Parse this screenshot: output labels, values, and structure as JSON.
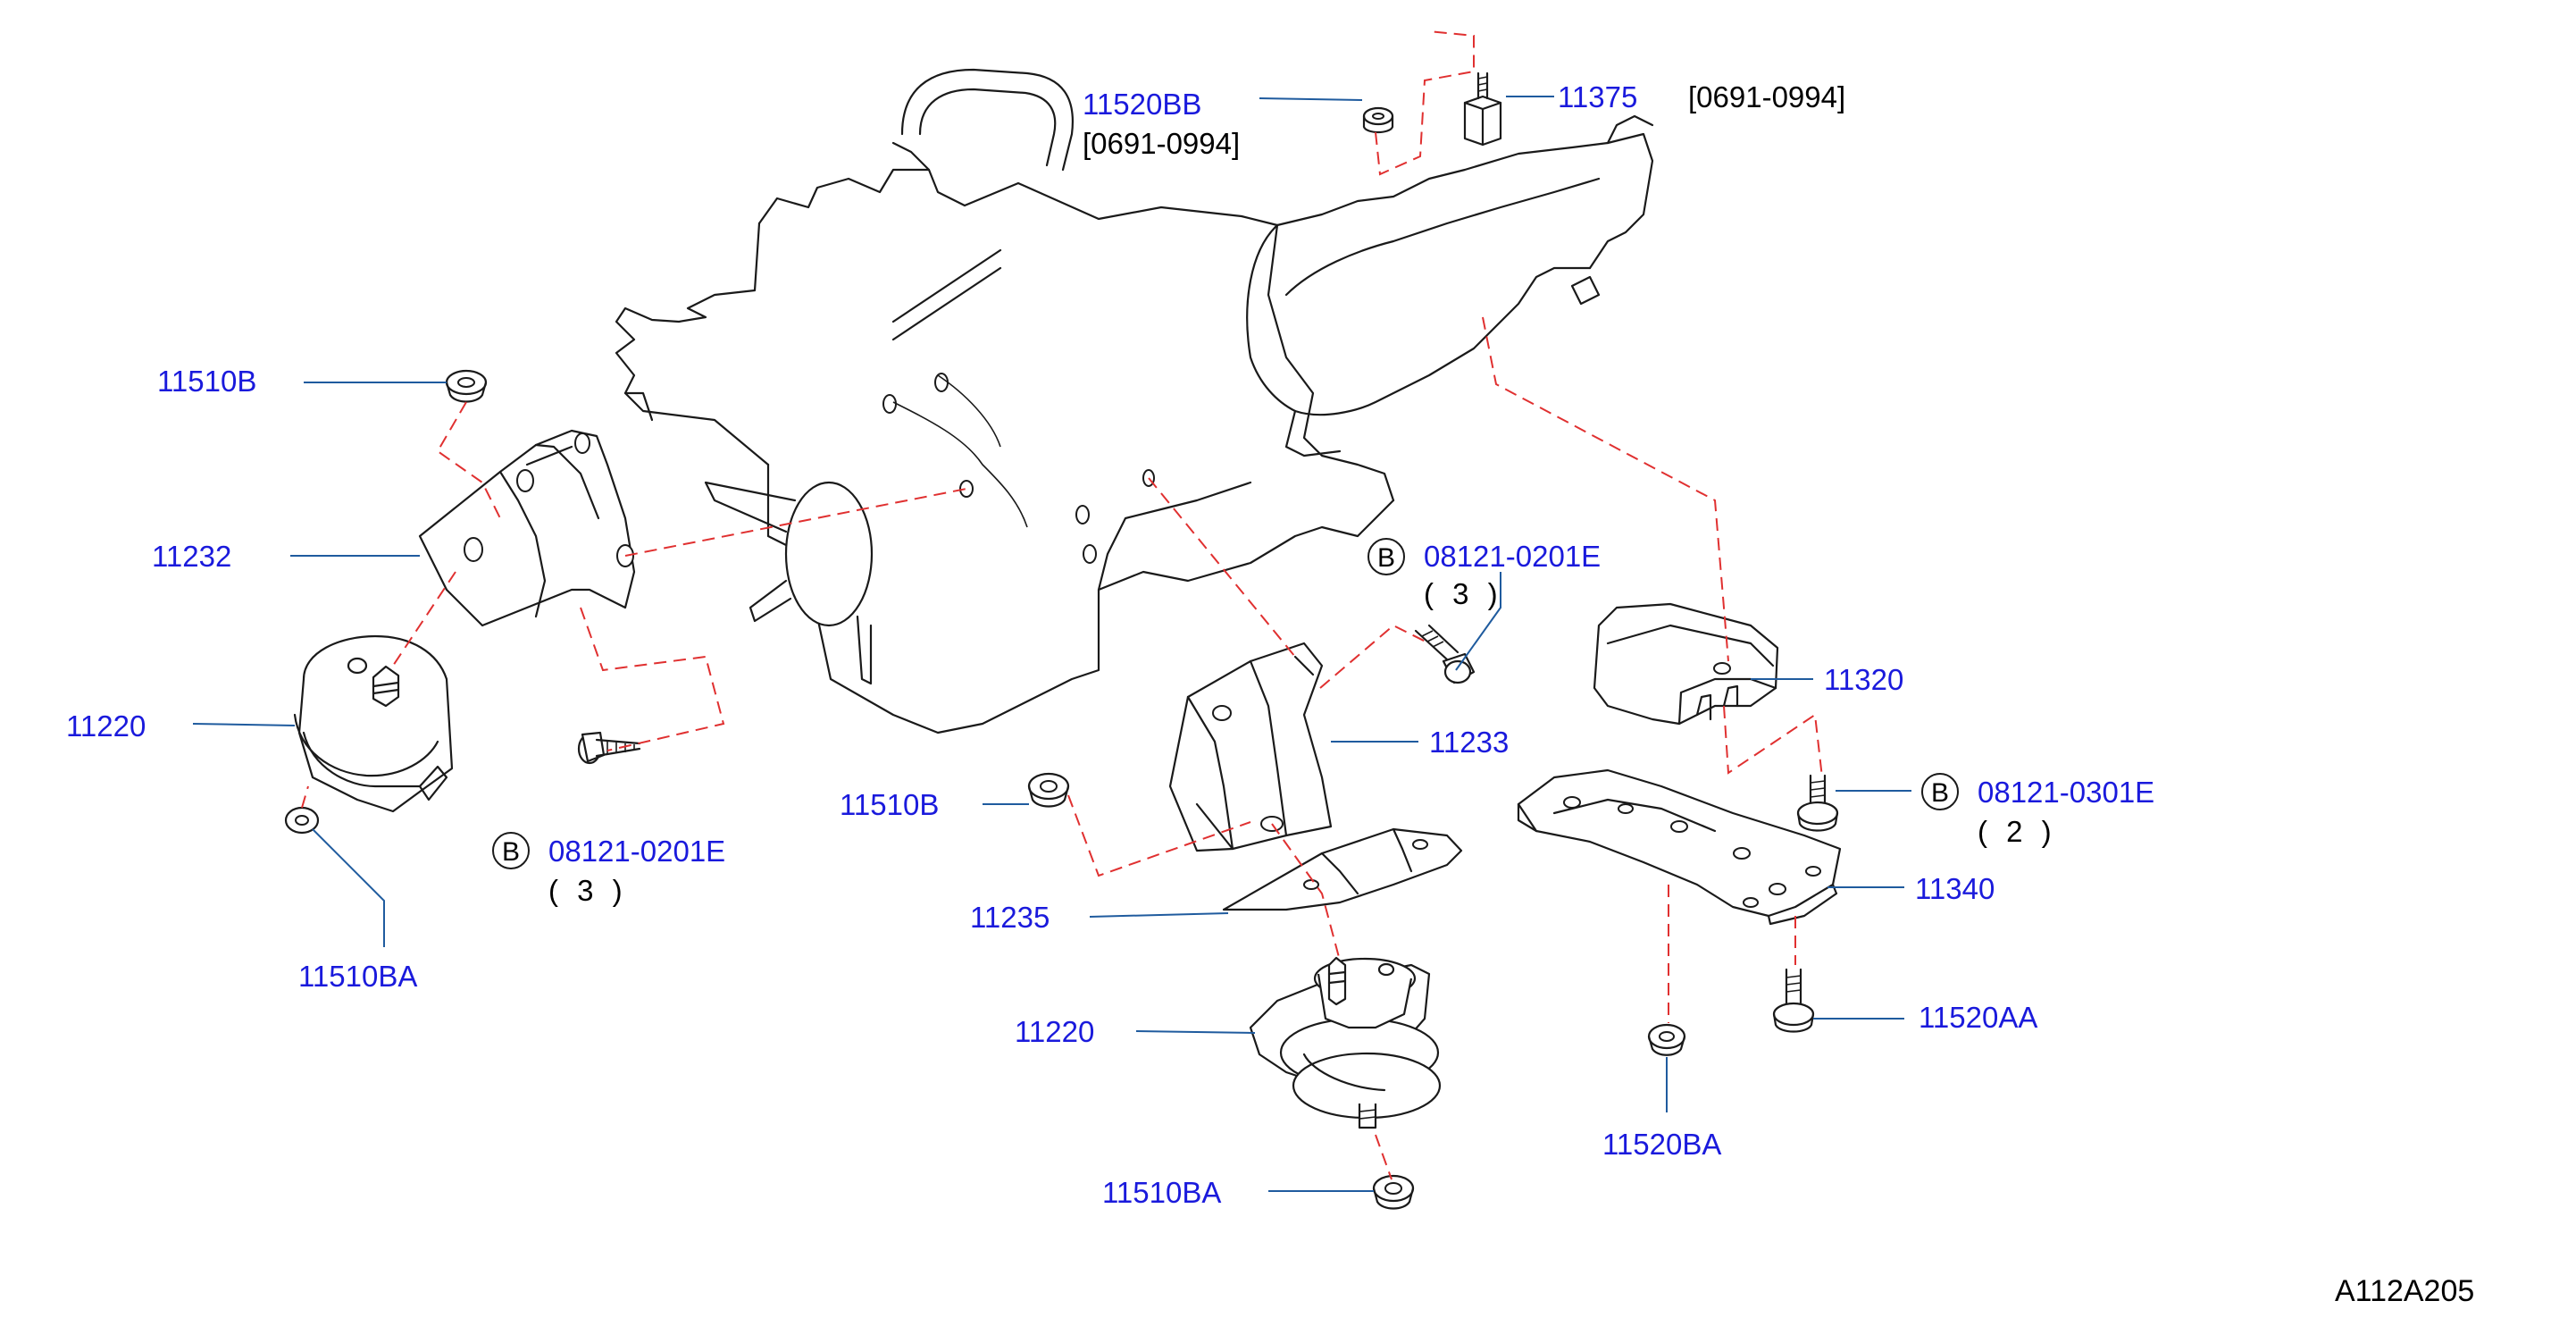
{
  "colors": {
    "part_label": "#1a1adc",
    "leader_line": "#1f5b9e",
    "dashed_line": "#e03030",
    "ink": "#1a1a1a"
  },
  "labels": {
    "p11520BB": "11520BB",
    "date_11520BB": "[0691-0994]",
    "p11375": "11375",
    "date_11375": "[0691-0994]",
    "p11510B_left": "11510B",
    "p11232": "11232",
    "p11220_left": "11220",
    "p11510BA_left": "11510BA",
    "bolt_left_circle": "B",
    "bolt_left_part": "08121-0201E",
    "bolt_left_qty": "( 3 )",
    "bolt_center_circle": "B",
    "bolt_center_part": "08121-0201E",
    "bolt_center_qty": "( 3 )",
    "p11233": "11233",
    "p11510B_center": "11510B",
    "p11235": "11235",
    "p11220_center": "11220",
    "p11510BA_center": "11510BA",
    "p11320": "11320",
    "bolt_right_circle": "B",
    "bolt_right_part": "08121-0301E",
    "bolt_right_qty": "( 2 )",
    "p11340": "11340",
    "p11520AA": "11520AA",
    "p11520BA": "11520BA",
    "diagram_code": "A112A205"
  },
  "icons": [
    "engine-block-drawing",
    "mount-bracket-drawing",
    "insulator-drawing",
    "bolt-drawing",
    "nut-drawing",
    "crossmember-drawing"
  ]
}
